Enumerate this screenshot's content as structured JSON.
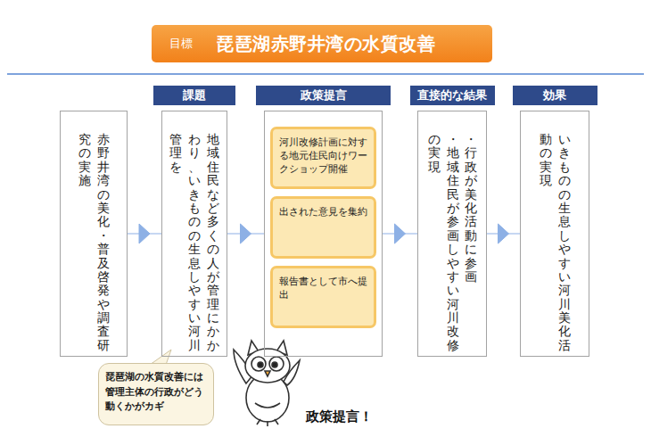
{
  "diagram": {
    "nodes": [
      {
        "text": [
          "目標",
          "琵琶湖赤野井湾の水質改善"
        ]
      },
      {
        "text": [
          "赤野井湾の美化・普及啓発や調査研究の実施"
        ]
      },
      {
        "text": [
          "課題",
          "地域住民など多くの人が管理にかかわり、いきものの生息しやすい河川管理を"
        ]
      },
      {
        "text": [
          "政策提言"
        ]
      },
      {
        "text": [
          "河川改修計画に対する地元住民向けワークショップ開催"
        ],
        "in": 3
      },
      {
        "text": [
          "出された意見を集約"
        ],
        "in": 3
      },
      {
        "text": [
          "報告書として市へ提出"
        ],
        "in": 3
      },
      {
        "text": [
          "直接的な結果",
          "・行政が美化活動に参画",
          "・地域住民が参画しやすい河川改修の実現"
        ]
      },
      {
        "text": [
          "効果",
          "いきものの生息しやすい河川美化活動の実現"
        ]
      },
      {
        "text": [
          "琵琶湖の水質改善には管理主体の行政がどう動くかがカギ"
        ]
      }
    ],
    "edges": [
      {
        "from": 1,
        "to": 2,
        "arrow": "to"
      },
      {
        "from": 2,
        "to": 3,
        "arrow": "to"
      },
      {
        "from": 3,
        "to": 7,
        "arrow": "to"
      },
      {
        "from": 7,
        "to": 8,
        "arrow": "to"
      }
    ],
    "labels": [
      "政策提言！"
    ]
  }
}
